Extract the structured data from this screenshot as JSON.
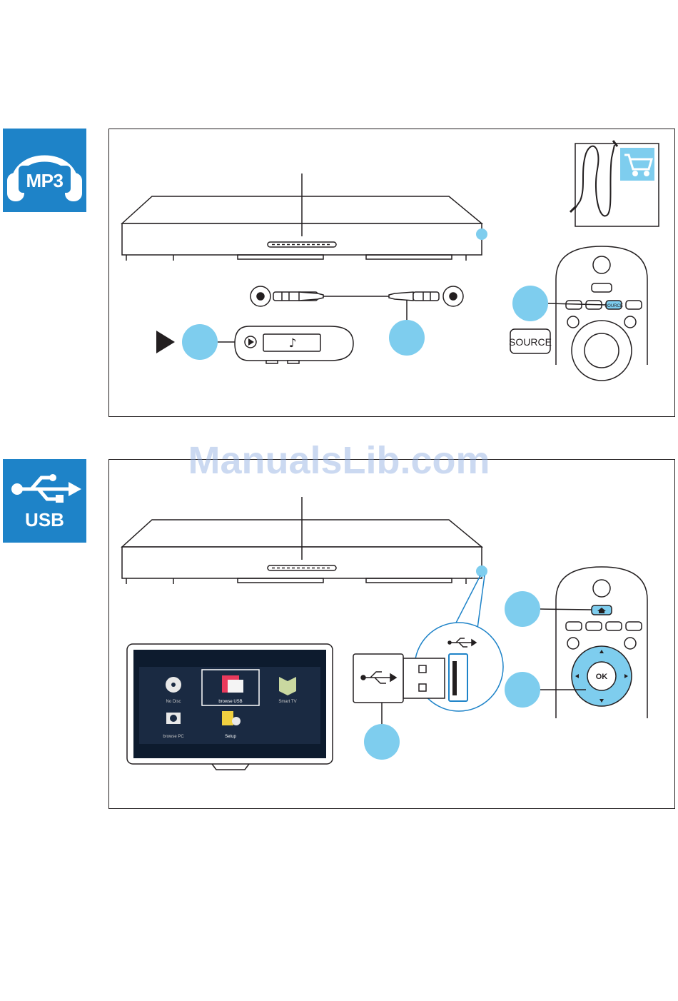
{
  "badges": {
    "mp3_label": "MP3",
    "usb_label": "USB"
  },
  "mp3_panel": {
    "source_button_label": "SOURCE",
    "remote_source_key": "SOURCE"
  },
  "usb_panel": {
    "remote_ok_label": "OK",
    "tv_menu": {
      "items": [
        "No Disc",
        "browse USB",
        "Smart TV",
        "browse PC",
        "Setup"
      ]
    }
  },
  "watermark": "ManualsLib.com",
  "colors": {
    "accent_blue": "#1e83c8",
    "callout_blue": "#7ecdee",
    "line": "#231f20",
    "tv_screen": "#0d1b2e"
  },
  "icons": [
    "headphones-icon",
    "usb-icon",
    "shopping-cart-icon",
    "home-icon",
    "play-icon",
    "music-note-icon"
  ]
}
